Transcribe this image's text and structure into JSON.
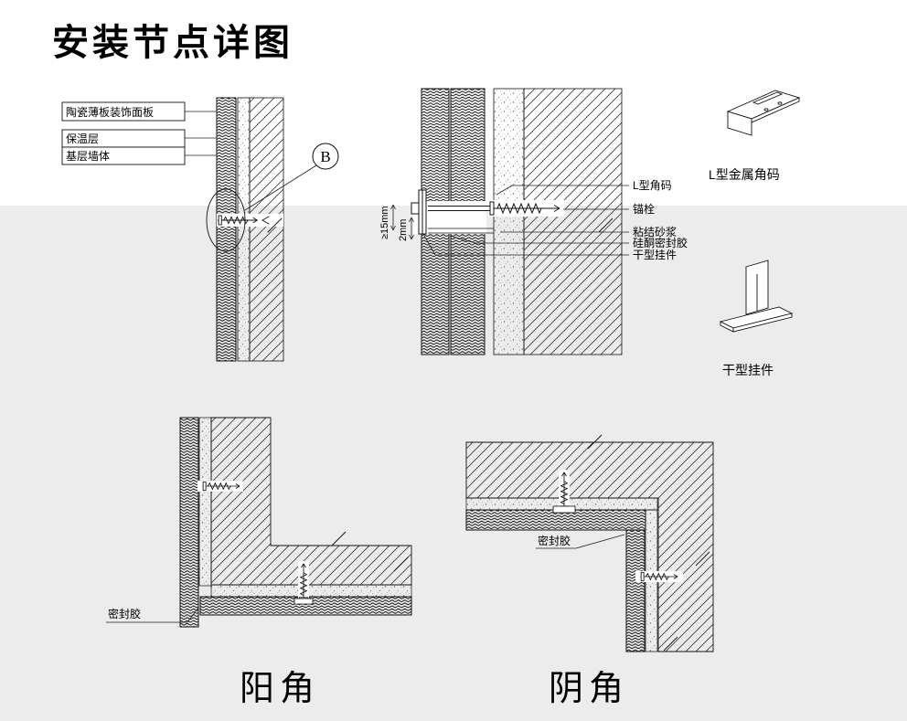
{
  "page": {
    "title": "安装节点详图"
  },
  "wall_section": {
    "labels": {
      "panel": "陶瓷薄板装饰面板",
      "insulation": "保温层",
      "base_wall": "基层墙体"
    },
    "callout": "B"
  },
  "enlarged_node": {
    "labels": {
      "l_bracket": "L型角码",
      "anchor_bolt": "锚栓",
      "bonding_mortar": "粘结砂浆",
      "silicone_sealant": "硅酮密封胶",
      "dry_hanger": "干型挂件"
    },
    "dimensions": {
      "min_embed": "≥15mm",
      "gap": "2mm"
    }
  },
  "parts": {
    "l_bracket": "L型金属角码",
    "dry_hanger": "干型挂件"
  },
  "external_corner": {
    "caption": "阳角",
    "sealant": "密封胶"
  },
  "internal_corner": {
    "caption": "阴角",
    "sealant": "密封胶"
  }
}
